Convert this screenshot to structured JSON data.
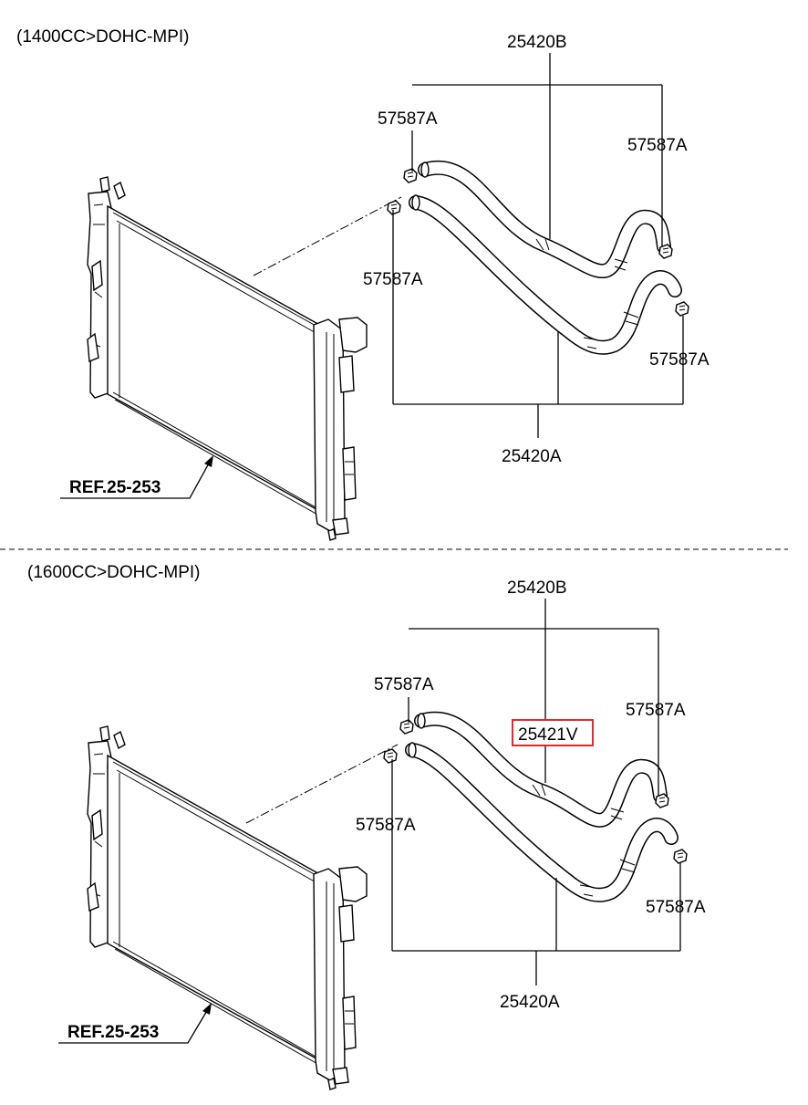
{
  "sections": [
    {
      "engine": "(1400CC>DOHC-MPI)",
      "labels": {
        "hose_upper": "25420B",
        "hose_lower": "25420A",
        "clamp_tl": "57587A",
        "clamp_tr": "57587A",
        "clamp_ml": "57587A",
        "clamp_br": "57587A"
      },
      "ref": "REF.25-253"
    },
    {
      "engine": "(1600CC>DOHC-MPI)",
      "labels": {
        "hose_upper": "25420B",
        "hose_lower": "25420A",
        "clamp_tl": "57587A",
        "clamp_tr": "57587A",
        "clamp_ml": "57587A",
        "clamp_br": "57587A",
        "highlight": "25421V"
      },
      "ref": "REF.25-253"
    }
  ],
  "colors": {
    "line": "#000000",
    "highlight": "#e8262b",
    "background": "#ffffff"
  }
}
